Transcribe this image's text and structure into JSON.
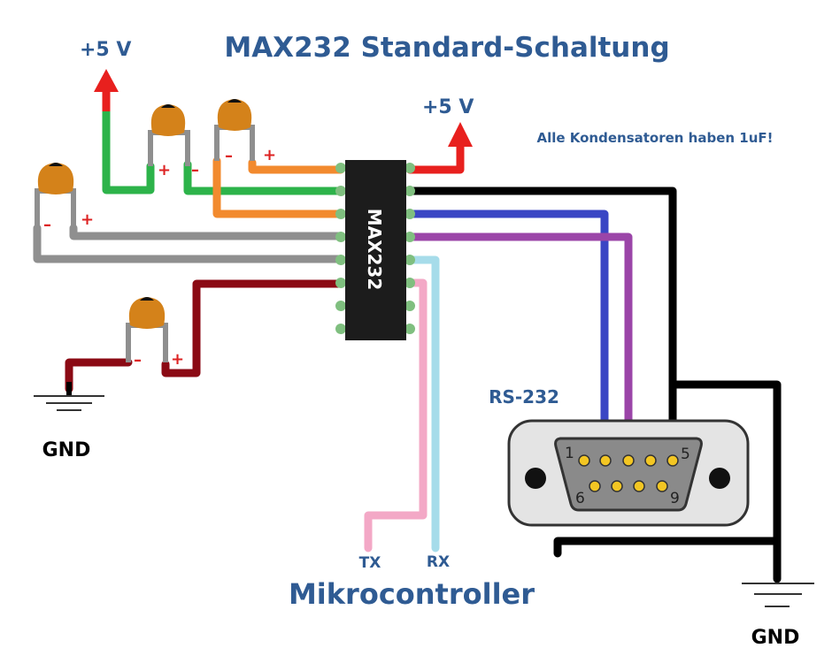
{
  "title": "MAX232 Standard-Schaltung",
  "chip_label": "MAX232",
  "vcc_left": "+5 V",
  "vcc_right": "+5 V",
  "note": "Alle Kondensatoren haben 1uF!",
  "gnd_left": "GND",
  "gnd_right": "GND",
  "connector_label": "RS-232",
  "connector_pins": {
    "p1": "1",
    "p5": "5",
    "p6": "6",
    "p9": "9"
  },
  "mcu_label": "Mikrocontroller",
  "tx_label": "TX",
  "rx_label": "RX",
  "polarity": {
    "plus": "+",
    "minus": "–"
  },
  "colors": {
    "title": "#2f5b93",
    "vcc": "#e8201e",
    "capacitor": "#d4821a",
    "chip": "#1c1c1c"
  }
}
